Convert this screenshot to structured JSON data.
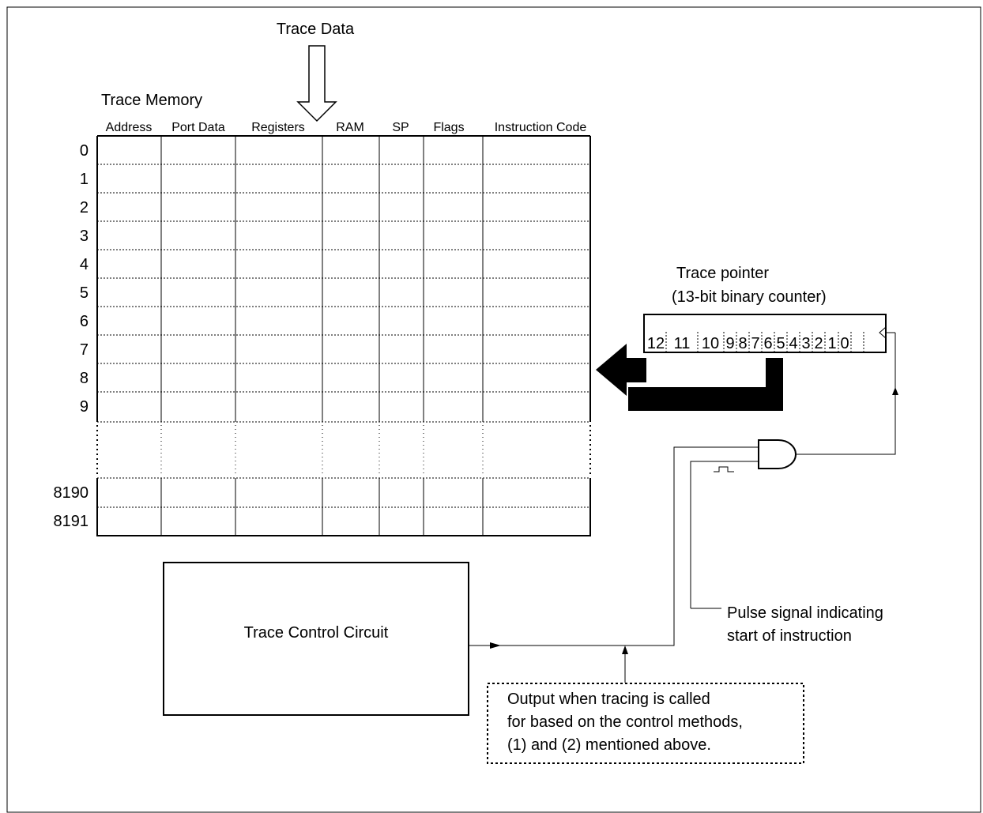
{
  "trace_data_label": "Trace Data",
  "trace_memory": {
    "title": "Trace Memory",
    "columns": [
      "Address",
      "Port Data",
      "Registers",
      "RAM",
      "SP",
      "Flags",
      "Instruction Code"
    ],
    "rows": [
      "0",
      "1",
      "2",
      "3",
      "4",
      "5",
      "6",
      "7",
      "8",
      "9"
    ],
    "tail_rows": [
      "8190",
      "8191"
    ]
  },
  "trace_pointer": {
    "title": "Trace pointer",
    "subtitle": "(13-bit binary counter)",
    "bits": [
      "12",
      "11",
      "10",
      "9",
      "8",
      "7",
      "6",
      "5",
      "4",
      "3",
      "2",
      "1",
      "0"
    ]
  },
  "trace_control": {
    "label": "Trace Control Circuit"
  },
  "pulse_signal": {
    "line1": "Pulse signal indicating",
    "line2": "start of instruction"
  },
  "output_note": {
    "line1": "Output when tracing is called",
    "line2": "for based on the control methods,",
    "line3": "(1) and (2) mentioned above."
  }
}
